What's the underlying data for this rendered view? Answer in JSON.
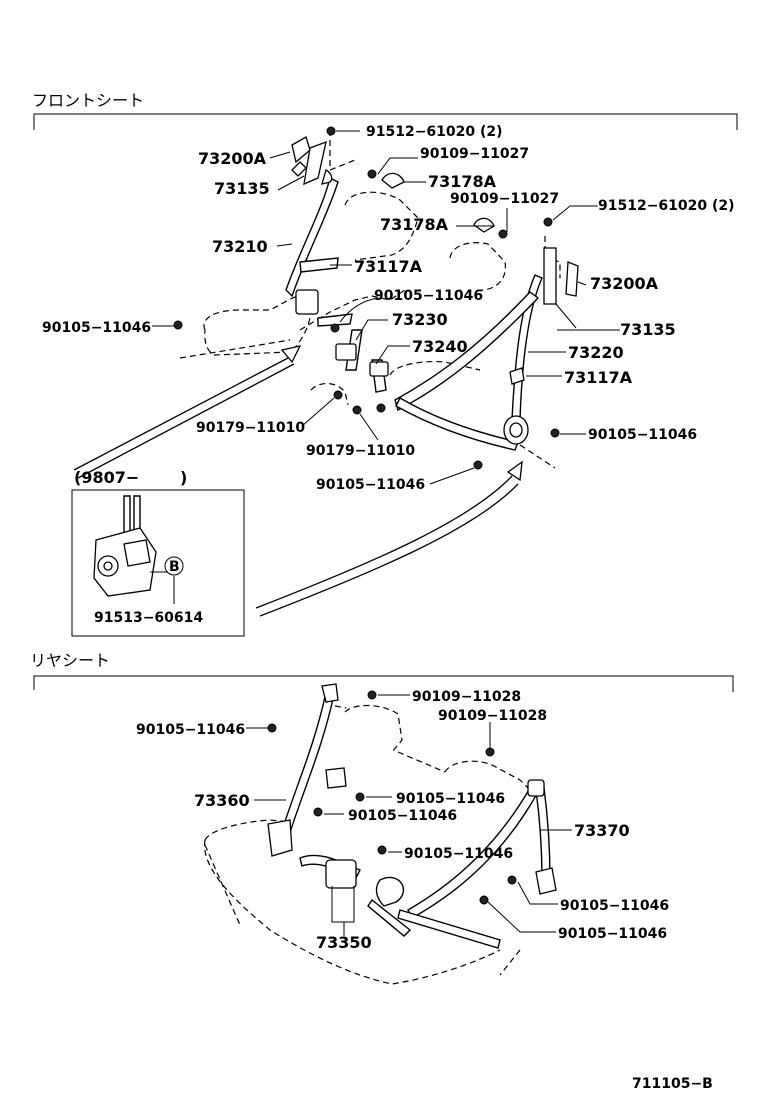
{
  "sections": {
    "front": "フロントシート",
    "rear": "リヤシート"
  },
  "front_labels": {
    "bolt_91512_top": "91512−61020 (2)",
    "anchor_73200a_left": "73200A",
    "bolt_90109_a": "90109−11027",
    "cover_73178a_a": "73178A",
    "plate_73135_left": "73135",
    "bolt_90109_b": "90109−11027",
    "cover_73178a_b": "73178A",
    "bolt_91512_right": "91512−61020 (2)",
    "belt_73210": "73210",
    "guide_73117a_left": "73117A",
    "bolt_90105_center": "90105−11046",
    "anchor_73200a_right": "73200A",
    "bolt_90105_left": "90105−11046",
    "buckle_73230": "73230",
    "plate_73135_right": "73135",
    "buckle_73240": "73240",
    "belt_73220": "73220",
    "guide_73117a_right": "73117A",
    "bolt_90105_right": "90105−11046",
    "bolt_90179_a": "90179−11010",
    "bolt_90179_b": "90179−11010",
    "bolt_90105_lower": "90105−11046"
  },
  "inset": {
    "date": "(9807−",
    "date_close": ")",
    "marker": "B",
    "part": "91513−60614"
  },
  "rear_labels": {
    "bolt_90109_c": "90109−11028",
    "bolt_90105_a": "90105−11046",
    "bolt_90109_d": "90109−11028",
    "belt_73360": "73360",
    "bolt_90105_b": "90105−11046",
    "bolt_90105_c": "90105−11046",
    "belt_73370": "73370",
    "bolt_90105_d": "90105−11046",
    "bolt_90105_e": "90105−11046",
    "buckle_73350": "73350",
    "bolt_90105_f": "90105−11046"
  },
  "figure_id": "711105−B"
}
